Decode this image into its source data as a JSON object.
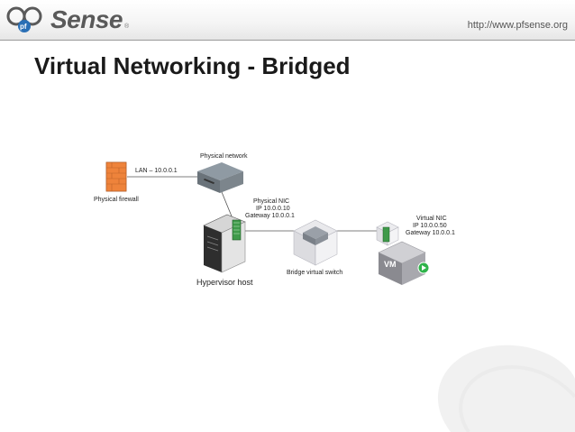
{
  "header": {
    "logo_text": "Sense",
    "logo_prefix": "pf",
    "logo_reg": "®",
    "url": "http://www.pfsense.org"
  },
  "slide": {
    "title": "Virtual Networking - Bridged"
  },
  "diagram": {
    "firewall_label": "Physical firewall",
    "lan_label": "LAN – 10.0.0.1",
    "network_label": "Physical network",
    "physical_nic": {
      "line1": "Physical NIC",
      "line2": "IP 10.0.0.10",
      "line3": "Gateway 10.0.0.1"
    },
    "hypervisor_label": "Hypervisor host",
    "switch_label": "Bridge virtual switch",
    "virtual_nic": {
      "line1": "Virtual NIC",
      "line2": "IP 10.0.0.50",
      "line3": "Gateway 10.0.0.1"
    },
    "vm_label": "VM"
  },
  "colors": {
    "firewall": "#e8742a",
    "vm_play": "#2fb34a",
    "nic_green": "#3f9a4a"
  }
}
